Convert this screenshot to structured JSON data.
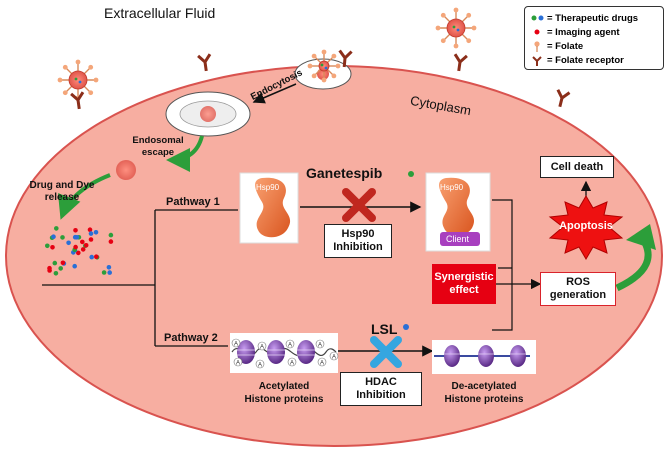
{
  "labels": {
    "extracellular": "Extracellular Fluid",
    "cytoplasm": "Cytoplasm",
    "endocytosis": "Endocytosis",
    "endosomal_escape": "Endosomal\nescape",
    "drug_release": "Drug and Dye\nrelease",
    "pathway1": "Pathway 1",
    "pathway2": "Pathway 2",
    "ganetespib": "Ganetespib",
    "lsl": "LSL",
    "hsp90_a": "Hsp90",
    "hsp90_b": "Hsp90",
    "client": "Client",
    "acetylated": "Acetylated\nHistone proteins",
    "deacetylated": "De-acetylated\nHistone proteins",
    "apoptosis": "Apoptosis"
  },
  "boxes": {
    "hsp90_inhibition": "Hsp90\nInhibition",
    "hdac_inhibition": "HDAC\nInhibition",
    "synergistic": "Synergistic\neffect",
    "ros": "ROS\ngeneration",
    "cell_death": "Cell death"
  },
  "legend": {
    "items": [
      {
        "label": "= Therapeutic drugs",
        "symbol": "dots"
      },
      {
        "label": "= Imaging agent",
        "symbol": "red-dot"
      },
      {
        "label": "= Folate",
        "symbol": "folate"
      },
      {
        "label": "= Folate receptor",
        "symbol": "receptor"
      }
    ]
  },
  "histone_marker": "A",
  "colors": {
    "cell_fill": "#f7aea1",
    "cell_stroke": "#d9534f",
    "synergy_fill": "#e60012",
    "apoptosis_fill": "#ee1111",
    "green_arrow": "#2c9e3a",
    "cross_red": "#c0271f",
    "cross_blue": "#35a6e0",
    "histone_purple": "#7a46a6"
  }
}
